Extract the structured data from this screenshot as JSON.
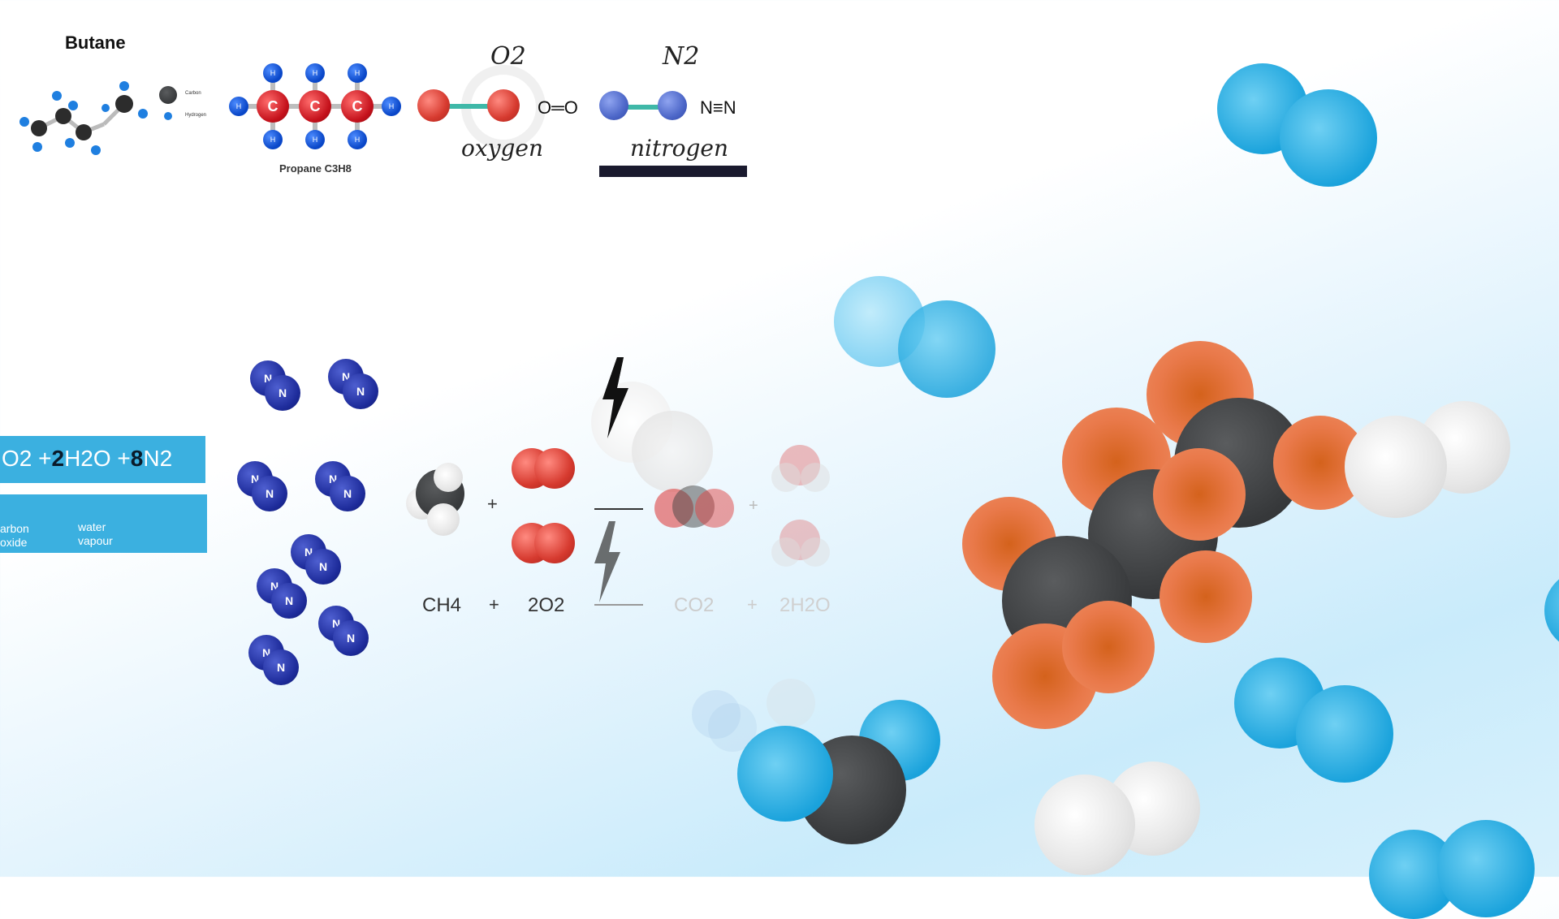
{
  "butane": {
    "title": "Butane",
    "legend_carbon": "Carbon",
    "legend_hydrogen": "Hydrogen"
  },
  "propane": {
    "caption": "Propane  C3H8",
    "carbon_symbol": "C",
    "hydrogen_symbol": "H"
  },
  "oxygen": {
    "formula": "O2",
    "name": "oxygen",
    "bond": "O═O"
  },
  "nitrogen": {
    "formula": "N2",
    "name": "nitrogen",
    "bond": "N≡N"
  },
  "equation_left": {
    "tail": "O2 +",
    "water_coeff": "2",
    "water": "H2O",
    "plus": "+",
    "n_coeff": "8",
    "n2": "N2",
    "label_co2": "arbon\noxide",
    "label_water": "water\nvapour"
  },
  "nitrogen_atom_label": "N",
  "methane_reaction": {
    "ch4": "CH4",
    "plus1": "+",
    "o2": "2O2",
    "co2": "CO2",
    "plus2": "+",
    "h2o": "2H2O"
  },
  "colors": {
    "banner": "#3bb0e0",
    "navy": "#1d2b9a",
    "sky_blue": "#1ba3dc",
    "orange": "#e9794a",
    "charcoal": "#37393b"
  }
}
